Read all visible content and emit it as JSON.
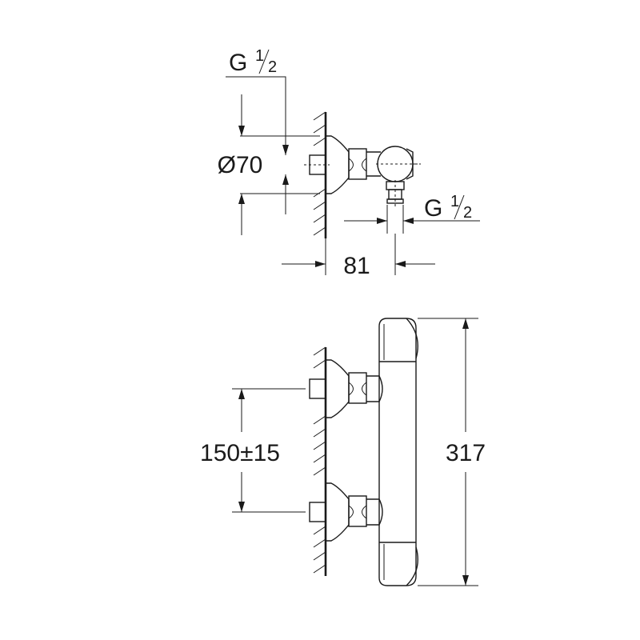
{
  "side_view": {
    "inlet_thread_top": {
      "main": "G",
      "num": "1",
      "den": "2"
    },
    "diameter_label": "Ø70",
    "outlet_thread": {
      "main": "G",
      "num": "1",
      "den": "2"
    },
    "depth_label": "81"
  },
  "front_view": {
    "spacing_label": "150±15",
    "height_label": "317"
  }
}
